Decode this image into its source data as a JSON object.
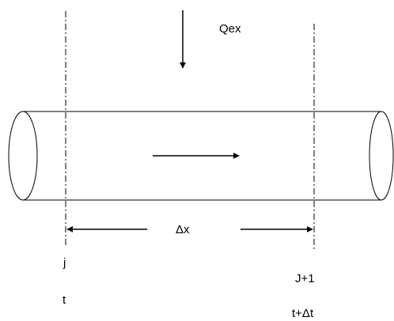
{
  "labels": {
    "flux": "Qex",
    "step": "Δx",
    "node_left": "j",
    "node_right": "J+1",
    "time_left": "t",
    "time_right": "t+Δt"
  },
  "colors": {
    "line": "#000000",
    "background": "#ffffff"
  }
}
